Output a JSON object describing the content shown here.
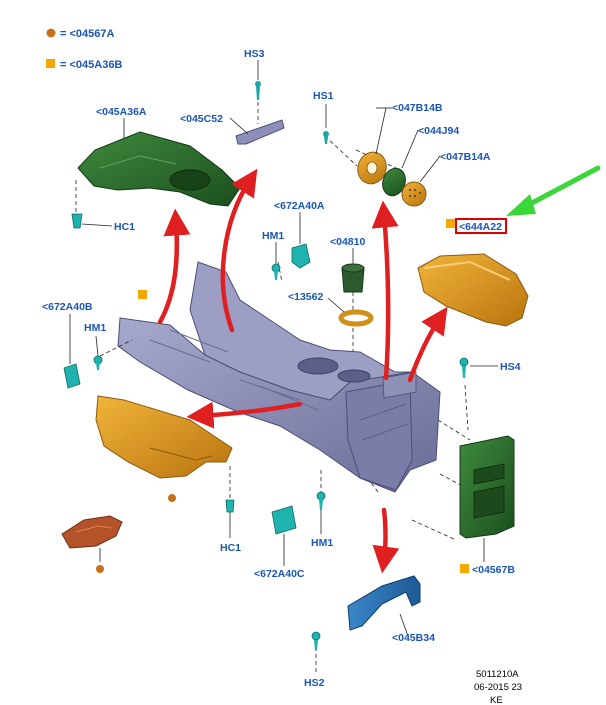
{
  "legend": {
    "items": [
      {
        "symbol": "circle",
        "color": "#c87018",
        "text": "= <04567A"
      },
      {
        "symbol": "square",
        "color": "#f4a800",
        "text": "= <045A36B"
      }
    ]
  },
  "highlight_color": "#e00000",
  "pointer_color": "#3ad63a",
  "labels": {
    "hs3": "HS3",
    "c045a36a": "<045A36A",
    "c045c52": "<045C52",
    "hs1": "HS1",
    "c047b14b": "<047B14B",
    "c044j94": "<044J94",
    "c047b14a": "<047B14A",
    "c644a22": "<644A22",
    "hc1_top": "HC1",
    "c672a40a": "<672A40A",
    "hm1_top": "HM1",
    "c04810": "<04810",
    "c13562": "<13562",
    "c672a40b": "<672A40B",
    "hm1_left": "HM1",
    "hs4": "HS4",
    "hc1_bottom": "HC1",
    "hm1_bottom": "HM1",
    "c672a40c": "<672A40C",
    "c04567b": "<04567B",
    "c045b34": "<045B34",
    "hs2": "HS2"
  },
  "footer": {
    "line1": "5011210A",
    "line2": "06-2015 23",
    "line3": "KE"
  }
}
